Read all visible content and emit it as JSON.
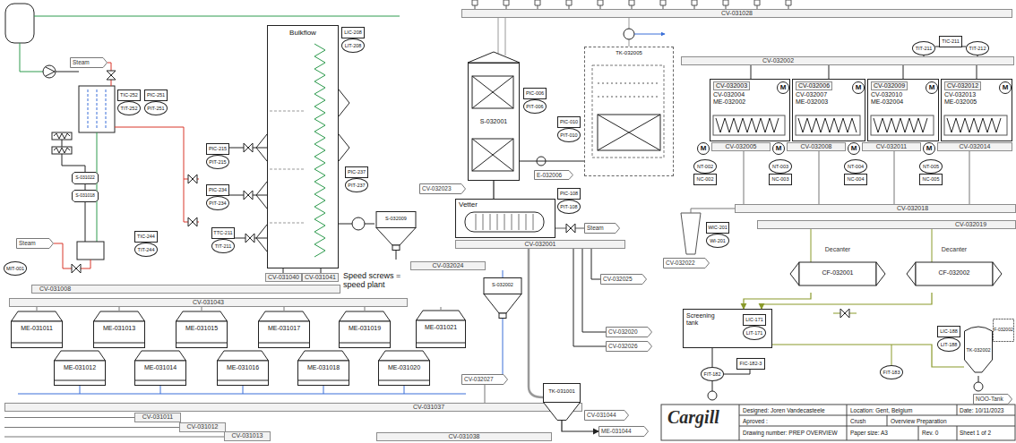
{
  "diagram": {
    "nodes": [
      {
        "text": [
          "Steam"
        ]
      },
      {
        "text": [
          "TIC-252"
        ]
      },
      {
        "text": [
          "TIT-252"
        ]
      },
      {
        "text": [
          "PIC-251"
        ]
      },
      {
        "text": [
          "PIT-251"
        ]
      },
      {
        "text": [
          "Bulkflow"
        ]
      },
      {
        "text": [
          "LIC-208"
        ]
      },
      {
        "text": [
          "LIT-208"
        ]
      },
      {
        "text": [
          "PIC-215"
        ]
      },
      {
        "text": [
          "PIT-215"
        ]
      },
      {
        "text": [
          "PIC-234"
        ]
      },
      {
        "text": [
          "PIT-234"
        ]
      },
      {
        "text": [
          "TTC-211"
        ]
      },
      {
        "text": [
          "TIT-211"
        ]
      },
      {
        "text": [
          "PIC-237"
        ]
      },
      {
        "text": [
          "PIT-237"
        ]
      },
      {
        "text": [
          "TIC-244"
        ]
      },
      {
        "text": [
          "TIT-244"
        ]
      },
      {
        "text": [
          "S-031022"
        ]
      },
      {
        "text": [
          "S-031018"
        ]
      },
      {
        "text": [
          "Steam"
        ]
      },
      {
        "text": [
          "MIT-001"
        ]
      },
      {
        "text": [
          "S-032009"
        ]
      },
      {
        "text": [
          "CV-031040"
        ]
      },
      {
        "text": [
          "CV-031041"
        ]
      },
      {
        "text": [
          "CV-031008"
        ]
      },
      {
        "text": [
          "CV-031043"
        ]
      },
      {
        "text": [
          "ME-031011"
        ]
      },
      {
        "text": [
          "ME-031012"
        ]
      },
      {
        "text": [
          "ME-031013"
        ]
      },
      {
        "text": [
          "ME-031014"
        ]
      },
      {
        "text": [
          "ME-031015"
        ]
      },
      {
        "text": [
          "ME-031016"
        ]
      },
      {
        "text": [
          "ME-031017"
        ]
      },
      {
        "text": [
          "ME-031018"
        ]
      },
      {
        "text": [
          "ME-031019"
        ]
      },
      {
        "text": [
          "ME-031020"
        ]
      },
      {
        "text": [
          "ME-031021"
        ]
      },
      {
        "text": [
          "CV-031037"
        ]
      },
      {
        "text": [
          "CV-031011"
        ]
      },
      {
        "text": [
          "CV-031012"
        ]
      },
      {
        "text": [
          "CV-031013"
        ]
      },
      {
        "text": [
          "CV-032024"
        ]
      },
      {
        "text": [
          "S-032002"
        ]
      },
      {
        "text": [
          "CV-032027"
        ]
      },
      {
        "text": [
          "CV-032023"
        ]
      },
      {
        "text": [
          "CV-032001"
        ]
      },
      {
        "text": [
          "CV-032025"
        ]
      },
      {
        "text": [
          "CV-032020"
        ]
      },
      {
        "text": [
          "CV-032026"
        ]
      },
      {
        "text": [
          "TK-031001"
        ]
      },
      {
        "text": [
          "CV-031044"
        ]
      },
      {
        "text": [
          "ME-031044"
        ]
      },
      {
        "text": [
          "CV-031038"
        ]
      },
      {
        "text": [
          "S-032001"
        ]
      },
      {
        "text": [
          "PIC-006"
        ]
      },
      {
        "text": [
          "PIT-006"
        ]
      },
      {
        "text": [
          "PIC-010"
        ]
      },
      {
        "text": [
          "PIT-010"
        ]
      },
      {
        "text": [
          "TK-032005"
        ]
      },
      {
        "text": [
          "E-032006"
        ]
      },
      {
        "text": [
          "PIC-108"
        ]
      },
      {
        "text": [
          "PIT-108"
        ]
      },
      {
        "text": [
          "Vetter"
        ]
      },
      {
        "text": [
          "Steam"
        ]
      },
      {
        "text": [
          "CV-031028"
        ]
      },
      {
        "text": [
          "CV-032002"
        ]
      },
      {
        "text": [
          "TIT-211"
        ]
      },
      {
        "text": [
          "TIC-211"
        ]
      },
      {
        "text": [
          "TIT-212"
        ]
      },
      {
        "text": [
          "CV-032003",
          "CV-032004",
          "ME-032002"
        ]
      },
      {
        "text": [
          "CV-032006",
          "CV-032007",
          "ME-032003"
        ]
      },
      {
        "text": [
          "CV-032009",
          "CV-032010",
          "ME-032004"
        ]
      },
      {
        "text": [
          "CV-032012",
          "CV-032013",
          "ME-032005"
        ]
      },
      {
        "text": [
          "M"
        ],
        "in": 70
      },
      {
        "text": [
          "M"
        ],
        "in": 71
      },
      {
        "text": [
          "M"
        ],
        "in": 72
      },
      {
        "text": [
          "M"
        ],
        "in": 73
      },
      {
        "text": [
          "M"
        ]
      },
      {
        "text": [
          "M"
        ]
      },
      {
        "text": [
          "M"
        ]
      },
      {
        "text": [
          "M"
        ]
      },
      {
        "text": [
          "CV-032005"
        ]
      },
      {
        "text": [
          "CV-032008"
        ]
      },
      {
        "text": [
          "CV-032011"
        ]
      },
      {
        "text": [
          "CV-032014"
        ]
      },
      {
        "text": [
          "NT-002"
        ]
      },
      {
        "text": [
          "NC-002"
        ]
      },
      {
        "text": [
          "NT-003"
        ]
      },
      {
        "text": [
          "NC-003"
        ]
      },
      {
        "text": [
          "NT-004"
        ]
      },
      {
        "text": [
          "NC-004"
        ]
      },
      {
        "text": [
          "NT-005"
        ]
      },
      {
        "text": [
          "NC-005"
        ]
      },
      {
        "text": [
          "CV-032022"
        ]
      },
      {
        "text": [
          "WIC-201"
        ]
      },
      {
        "text": [
          "WI-201"
        ]
      },
      {
        "text": [
          "CV-032018"
        ]
      },
      {
        "text": [
          "CV-032019"
        ]
      },
      {
        "text": [
          "Decanter",
          "CF-032001"
        ]
      },
      {
        "text": [
          "Decanter",
          "CF-032002"
        ]
      },
      {
        "text": [
          "Screening tank"
        ]
      },
      {
        "text": [
          "LIC-171"
        ],
        "in": 101
      },
      {
        "text": [
          "LIT-171"
        ],
        "in": 101
      },
      {
        "text": [
          "FIT-182"
        ]
      },
      {
        "text": [
          "FIC-182-3"
        ]
      },
      {
        "text": [
          "FIT-183"
        ]
      },
      {
        "text": [
          "LIC-188"
        ]
      },
      {
        "text": [
          "LIT-188"
        ]
      },
      {
        "text": [
          "TK-032002"
        ]
      },
      {
        "text": [
          "F-032002"
        ]
      },
      {
        "text": [
          "NOO-Tank"
        ]
      }
    ],
    "edges": [
      {
        "from": 54,
        "to": 63,
        "arrow": "none"
      },
      {
        "from": 54,
        "to": 59,
        "arrow": "none"
      },
      {
        "from": 99,
        "to": 101,
        "arrow": "to"
      },
      {
        "from": 100,
        "to": 101,
        "arrow": "to"
      },
      {
        "from": 101,
        "to": 109,
        "arrow": "none"
      },
      {
        "from": 50,
        "to": 52,
        "arrow": "to"
      }
    ],
    "labels": [
      "Speed screws = speed plant",
      "Cargill",
      "Designed: Joren Vandecasteele",
      "Location: Gent, Belgium",
      "Date: 10/11/2023",
      "Aproved :",
      "Crush",
      "Overview Preparation",
      "Drawing number: PREP OVERVIEW",
      "Paper size: A3",
      "Rev. 0",
      "Sheet 1 of 2"
    ]
  }
}
